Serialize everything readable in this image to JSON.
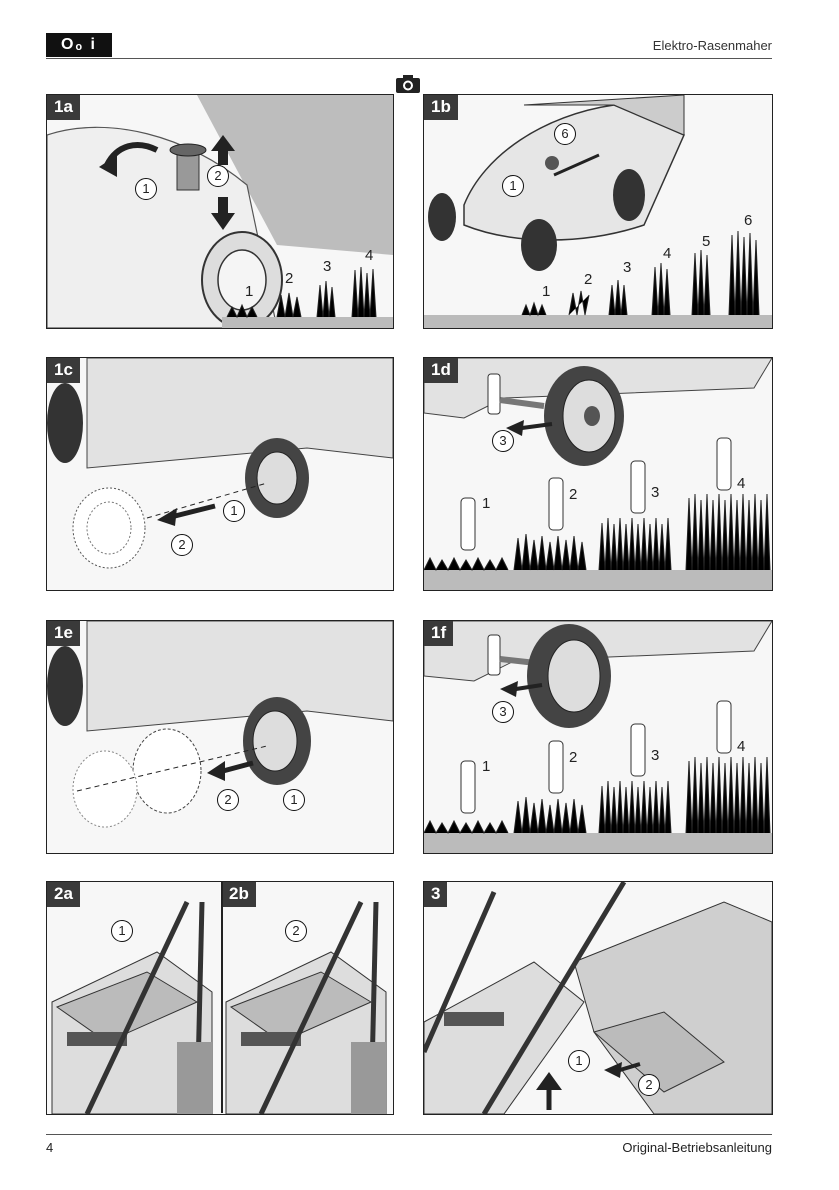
{
  "header": {
    "badge": "Oₒ i",
    "title": "Elektro-Rasenmaher"
  },
  "panels": {
    "p1a": {
      "tag": "1a",
      "callouts": [
        "1",
        "2"
      ],
      "heights": [
        "1",
        "2",
        "3",
        "4"
      ]
    },
    "p1b": {
      "tag": "1b",
      "callouts": [
        "1",
        "6"
      ],
      "heights": [
        "1",
        "2",
        "3",
        "4",
        "5",
        "6"
      ]
    },
    "p1c": {
      "tag": "1c",
      "callouts": [
        "1",
        "2"
      ]
    },
    "p1d": {
      "tag": "1d",
      "callouts": [
        "3"
      ],
      "heights": [
        "1",
        "2",
        "3",
        "4"
      ]
    },
    "p1e": {
      "tag": "1e",
      "callouts": [
        "1",
        "2"
      ]
    },
    "p1f": {
      "tag": "1f",
      "callouts": [
        "3"
      ],
      "heights": [
        "1",
        "2",
        "3",
        "4"
      ]
    },
    "p2a": {
      "tag": "2a",
      "callouts": [
        "1"
      ]
    },
    "p2b": {
      "tag": "2b",
      "callouts": [
        "2"
      ]
    },
    "p3": {
      "tag": "3",
      "callouts": [
        "1",
        "2"
      ]
    }
  },
  "footer": {
    "page_number": "4",
    "title": "Original-Betriebsanleitung"
  }
}
